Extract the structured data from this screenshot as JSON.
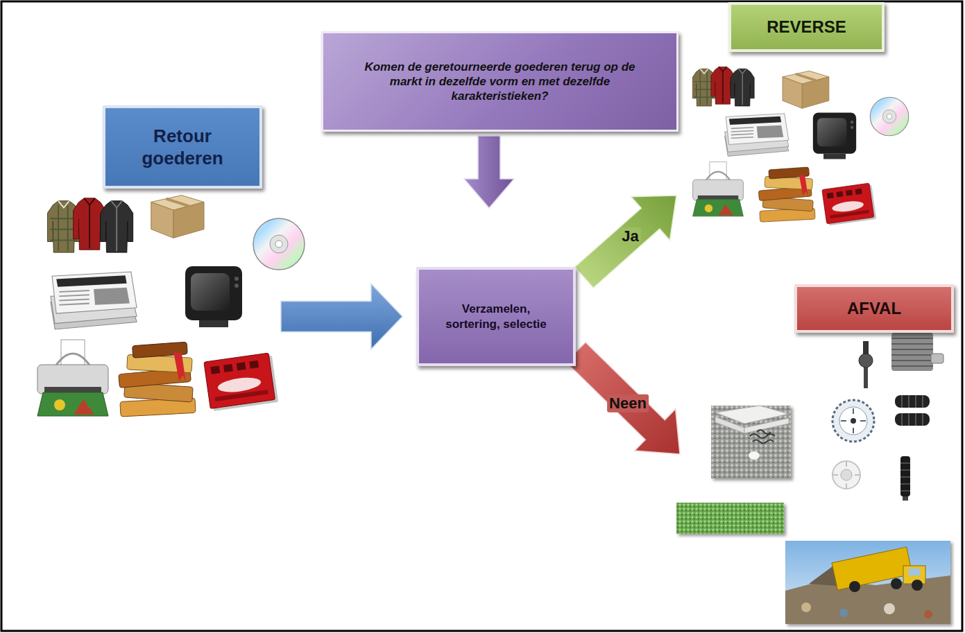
{
  "diagram": {
    "nodes": [
      {
        "text": [
          "Retour goederen"
        ]
      },
      {
        "text": [
          "Komen de geretourneerde goederen terug op de markt in dezelfde vorm en met dezelfde karakteristieken?"
        ]
      },
      {
        "text": [
          "Verzamelen, sortering, selectie"
        ]
      },
      {
        "text": [
          "REVERSE"
        ]
      },
      {
        "text": [
          "AFVAL"
        ]
      }
    ],
    "edges": [
      {
        "from": 0,
        "to": 2,
        "arrow": "to"
      },
      {
        "from": 1,
        "to": 2,
        "arrow": "to"
      },
      {
        "from": 2,
        "to": 3,
        "label": "Ja",
        "arrow": "to"
      },
      {
        "from": 2,
        "to": 4,
        "label": "Neen",
        "arrow": "to"
      }
    ]
  }
}
